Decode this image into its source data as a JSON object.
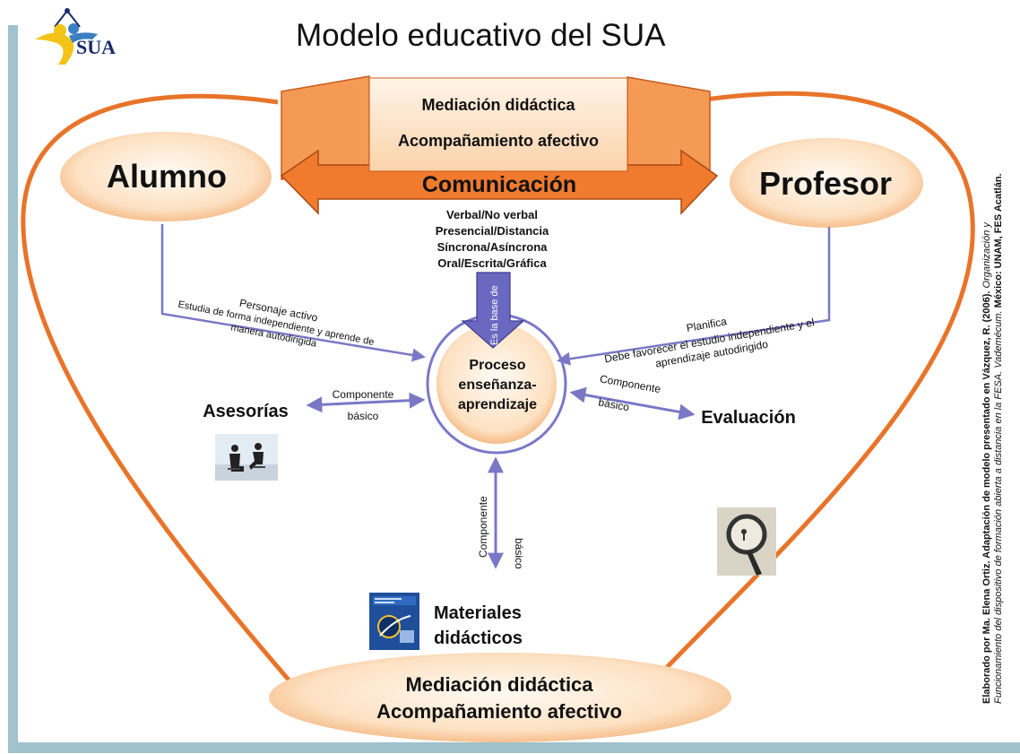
{
  "title": "Modelo educativo del SUA",
  "logo": {
    "text": "SUA"
  },
  "top_box": {
    "line1": "Mediación didáctica",
    "line2": "Acompañamiento afectivo"
  },
  "comunicacion": "Comunicación",
  "comm_types": [
    "Verbal/No verbal",
    "Presencial/Distancia",
    "Síncrona/Asíncrona",
    "Oral/Escrita/Gráfica"
  ],
  "es_la_base": "Es la base de",
  "alumno": "Alumno",
  "profesor": "Profesor",
  "alumno_arrow": {
    "label1": "Personaje activo",
    "label2": "Estudia de forma  independiente y aprende de",
    "label3": "manera autodirigida"
  },
  "profesor_arrow": {
    "label1": "Planifica",
    "label2": "Debe favorecer el estudio independiente y el",
    "label3": "aprendizaje autodirigido"
  },
  "center": {
    "line1": "Proceso",
    "line2": "enseñanza-",
    "line3": "aprendizaje"
  },
  "asesorias": "Asesorías",
  "evaluacion": "Evaluación",
  "materiales": {
    "line1": "Materiales",
    "line2": "didácticos"
  },
  "componente": {
    "line1": "Componente",
    "line2": "básico"
  },
  "bottom": {
    "line1": "Mediación didáctica",
    "line2": "Acompañamiento afectivo"
  },
  "credit": {
    "line1_bold": "Elaborado por Ma. Elena Ortiz. Adaptación de modelo presentado en Vázquez, R. (2006).",
    "line1_italic": " Organización y",
    "line2_italic": "Funcionamiento del dispositivo de formación abierta a distancia en la FESA. Vademécum.",
    "line2_bold": " México: UNAM, FES Acatlán."
  },
  "colors": {
    "orange": "#e8742a",
    "arrow_orange": "#f07a2e",
    "box_fill": "#fde5cc",
    "blue_arrow": "#7a78c6",
    "frame": "#9fc2cc"
  }
}
